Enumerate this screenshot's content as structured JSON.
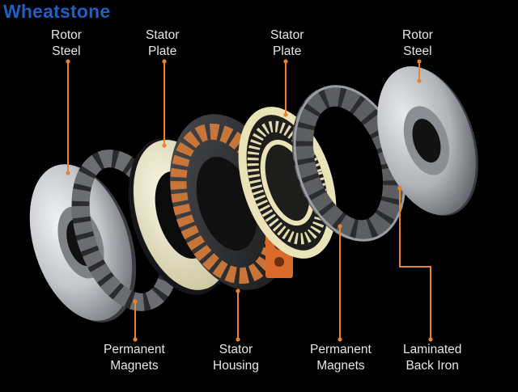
{
  "brand": {
    "text": "Wheatstone",
    "color": "#1f5fc4"
  },
  "labels": {
    "rotor_steel_left": {
      "line1": "Rotor",
      "line2": "Steel"
    },
    "stator_plate_left": {
      "line1": "Stator",
      "line2": "Plate"
    },
    "stator_plate_right": {
      "line1": "Stator",
      "line2": "Plate"
    },
    "rotor_steel_right": {
      "line1": "Rotor",
      "line2": "Steel"
    },
    "magnets_left": {
      "line1": "Permanent",
      "line2": "Magnets"
    },
    "stator_housing": {
      "line1": "Stator",
      "line2": "Housing"
    },
    "magnets_right": {
      "line1": "Permanent",
      "line2": "Magnets"
    },
    "back_iron": {
      "line1": "Laminated",
      "line2": "Back Iron"
    }
  },
  "colors": {
    "leader_line": "#e8822d",
    "label_text": "#e6e6e6",
    "background": "#000000",
    "copper": "#c8753a",
    "stator_plate": "#ece6c0",
    "steel": "#c9ccd0"
  }
}
